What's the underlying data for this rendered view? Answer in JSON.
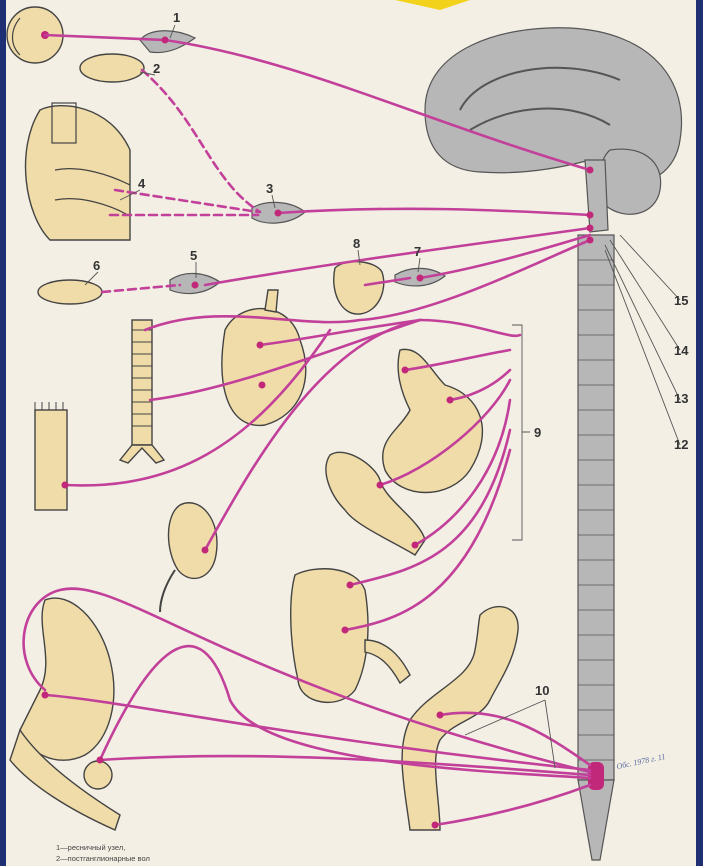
{
  "labels": [
    "1",
    "2",
    "3",
    "4",
    "5",
    "6",
    "7",
    "8",
    "9",
    "10",
    "12",
    "13",
    "14",
    "15"
  ],
  "caption": {
    "line1": "1—ресничный узел,",
    "line2": "2—постганглионарные вол"
  },
  "stamp": "Обс. 1978 г. 11",
  "colors": {
    "nerve": "#c2409a",
    "organ": "#f0dca8",
    "brain": "#b7b7b7",
    "border": "#1f2f73"
  }
}
